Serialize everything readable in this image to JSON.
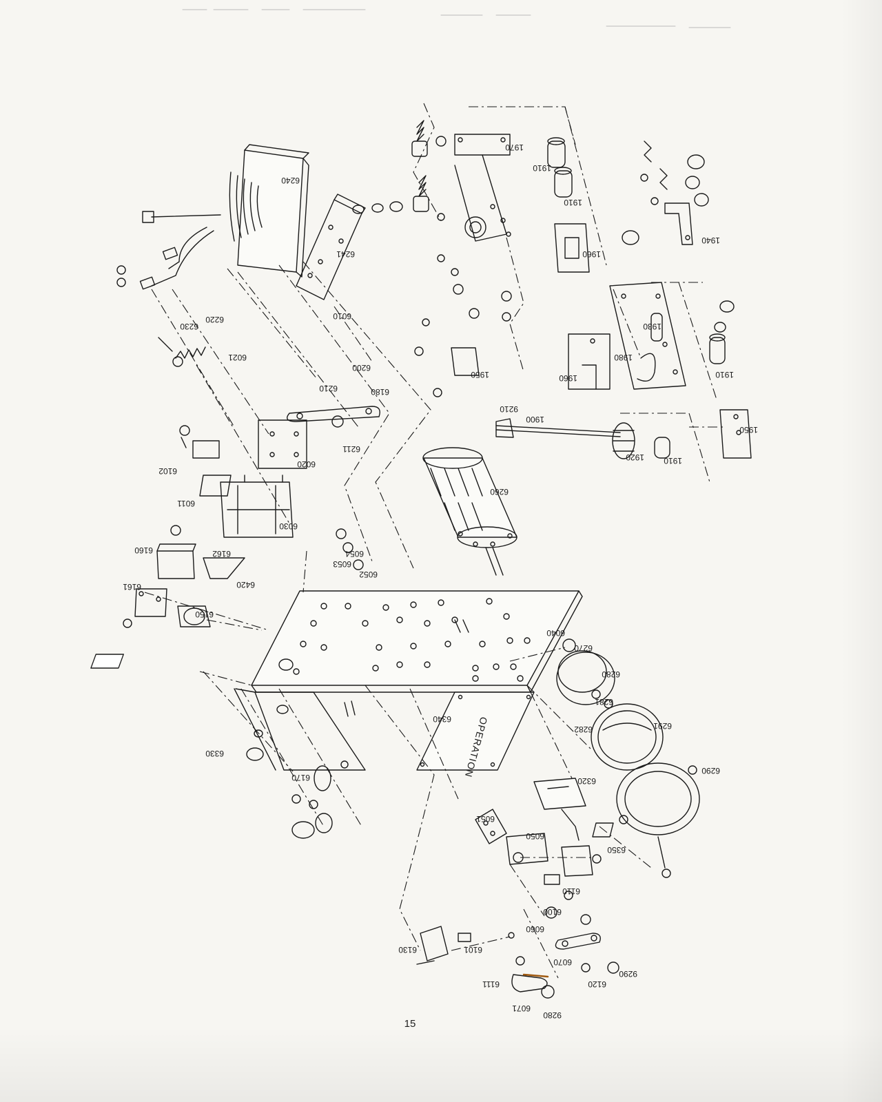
{
  "page": {
    "number": "15"
  },
  "plate": {
    "text": "OPERATION"
  },
  "labels": [
    {
      "id": "6240",
      "text": "6240"
    },
    {
      "id": "6241",
      "text": "6241"
    },
    {
      "id": "6230",
      "text": "6230"
    },
    {
      "id": "6220",
      "text": "6220"
    },
    {
      "id": "6021",
      "text": "6021"
    },
    {
      "id": "6010",
      "text": "6010"
    },
    {
      "id": "6200",
      "text": "6200"
    },
    {
      "id": "6210",
      "text": "6210"
    },
    {
      "id": "6180",
      "text": "6180"
    },
    {
      "id": "6211",
      "text": "6211"
    },
    {
      "id": "6020",
      "text": "6020"
    },
    {
      "id": "6102",
      "text": "6102"
    },
    {
      "id": "6011",
      "text": "6011"
    },
    {
      "id": "6030",
      "text": "6030"
    },
    {
      "id": "6260",
      "text": "6260"
    },
    {
      "id": "6160",
      "text": "6160"
    },
    {
      "id": "6162",
      "text": "6162"
    },
    {
      "id": "6420",
      "text": "6420"
    },
    {
      "id": "6053",
      "text": "6053"
    },
    {
      "id": "6054",
      "text": "6054"
    },
    {
      "id": "6052",
      "text": "6052"
    },
    {
      "id": "6161",
      "text": "6161"
    },
    {
      "id": "6150",
      "text": "6150"
    },
    {
      "id": "6040",
      "text": "6040"
    },
    {
      "id": "6270",
      "text": "6270"
    },
    {
      "id": "6280",
      "text": "6280"
    },
    {
      "id": "6281",
      "text": "6281"
    },
    {
      "id": "6282",
      "text": "6282"
    },
    {
      "id": "6291",
      "text": "6291"
    },
    {
      "id": "6290",
      "text": "6290"
    },
    {
      "id": "6340",
      "text": "6340"
    },
    {
      "id": "6330",
      "text": "6330"
    },
    {
      "id": "6170",
      "text": "6170"
    },
    {
      "id": "6320",
      "text": "6320"
    },
    {
      "id": "6051",
      "text": "6051"
    },
    {
      "id": "6350",
      "text": "6350"
    },
    {
      "id": "6050",
      "text": "6050"
    },
    {
      "id": "6110",
      "text": "6110"
    },
    {
      "id": "6100",
      "text": "6100"
    },
    {
      "id": "6060",
      "text": "6060"
    },
    {
      "id": "6070",
      "text": "6070"
    },
    {
      "id": "6120",
      "text": "6120"
    },
    {
      "id": "9290",
      "text": "9290"
    },
    {
      "id": "6130",
      "text": "6130"
    },
    {
      "id": "6101",
      "text": "6101"
    },
    {
      "id": "6111",
      "text": "6111"
    },
    {
      "id": "6071",
      "text": "6071"
    },
    {
      "id": "9280",
      "text": "9280"
    },
    {
      "id": "1970",
      "text": "1970"
    },
    {
      "id": "1910a",
      "text": "1910"
    },
    {
      "id": "1910b",
      "text": "1910"
    },
    {
      "id": "1960a",
      "text": "1960"
    },
    {
      "id": "1940",
      "text": "1940"
    },
    {
      "id": "1930",
      "text": "1930"
    },
    {
      "id": "1980",
      "text": "1980"
    },
    {
      "id": "1960b",
      "text": "1960"
    },
    {
      "id": "1910c",
      "text": "1910"
    },
    {
      "id": "1950a",
      "text": "1950"
    },
    {
      "id": "9210",
      "text": "9210"
    },
    {
      "id": "1900",
      "text": "1900"
    },
    {
      "id": "1920",
      "text": "1920"
    },
    {
      "id": "1910d",
      "text": "1910"
    },
    {
      "id": "1950b",
      "text": "1950"
    }
  ]
}
